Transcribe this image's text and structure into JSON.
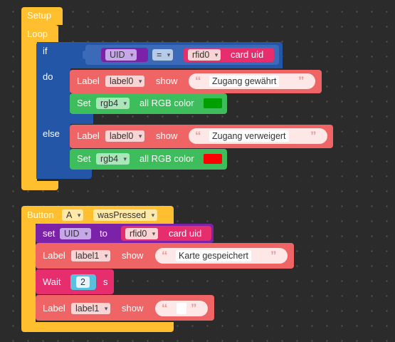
{
  "setup_block": {
    "setup_label": "Setup",
    "loop_label": "Loop"
  },
  "if_block": {
    "if_label": "if",
    "do_label": "do",
    "else_label": "else",
    "condition": {
      "variable": "UID",
      "operator": "=",
      "reader": "rfid0",
      "reader_property": "card uid"
    }
  },
  "do_branch": {
    "label_stmt": {
      "prefix": "Label",
      "label_name": "label0",
      "verb": "show",
      "text": "Zugang gewährt"
    },
    "rgb_stmt": {
      "prefix": "Set",
      "device": "rgb4",
      "suffix": "all RGB color",
      "color": "#00a000"
    }
  },
  "else_branch": {
    "label_stmt": {
      "prefix": "Label",
      "label_name": "label0",
      "verb": "show",
      "text": "Zugang verweigert"
    },
    "rgb_stmt": {
      "prefix": "Set",
      "device": "rgb4",
      "suffix": "all RGB color",
      "color": "#ff0000"
    }
  },
  "button_block": {
    "prefix": "Button",
    "button_name": "A",
    "event": "wasPressed",
    "set_stmt": {
      "prefix": "set",
      "variable": "UID",
      "to_label": "to",
      "reader": "rfid0",
      "reader_property": "card uid"
    },
    "label_stmt_1": {
      "prefix": "Label",
      "label_name": "label1",
      "verb": "show",
      "text": "Karte gespeichert"
    },
    "wait_stmt": {
      "prefix": "Wait",
      "value": "2",
      "unit": "s"
    },
    "label_stmt_2": {
      "prefix": "Label",
      "label_name": "label1",
      "verb": "show",
      "text": ""
    }
  },
  "colors": {
    "yellow": "#ffbf2f",
    "blue": "#2456a8",
    "red": "#ef6565",
    "green": "#3dbd5b",
    "magenta": "#e62d6d",
    "purple": "#7b22a8"
  }
}
